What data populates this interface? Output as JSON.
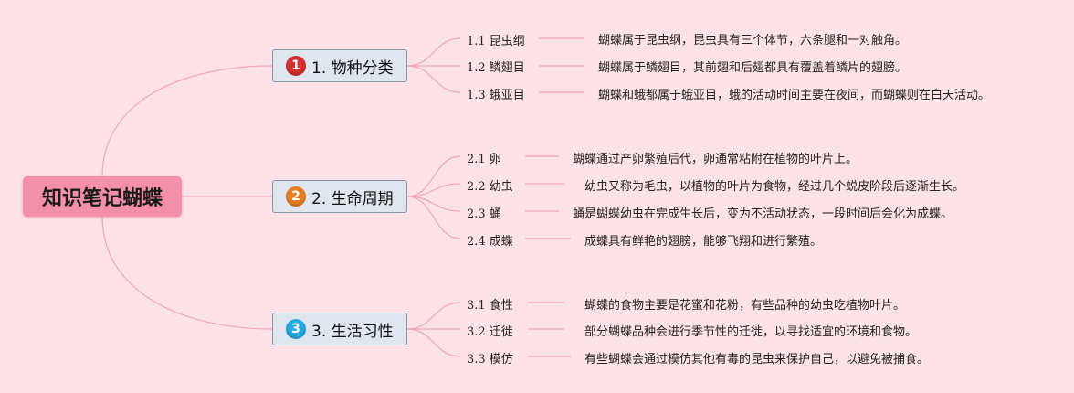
{
  "root": {
    "title": "知识笔记蝴蝶"
  },
  "colors": {
    "background": "#fde3e8",
    "root_fill": "#f48fa9",
    "line": "#f3a6b8",
    "badge1": "#d32f2f",
    "badge2": "#e67e22",
    "badge3": "#29a8e0"
  },
  "branches": [
    {
      "badge": "1",
      "label": "1. 物种分类",
      "leaves": [
        {
          "label": "1.1 昆虫纲",
          "text": "蝴蝶属于昆虫纲，昆虫具有三个体节，六条腿和一对触角。"
        },
        {
          "label": "1.2 鳞翅目",
          "text": "蝴蝶属于鳞翅目，其前翅和后翅都具有覆盖着鳞片的翅膀。"
        },
        {
          "label": "1.3 蛾亚目",
          "text": "蝴蝶和蛾都属于蛾亚目，蛾的活动时间主要在夜间，而蝴蝶则在白天活动。"
        }
      ]
    },
    {
      "badge": "2",
      "label": "2. 生命周期",
      "leaves": [
        {
          "label": "2.1 卵",
          "text": "蝴蝶通过产卵繁殖后代，卵通常粘附在植物的叶片上。"
        },
        {
          "label": "2.2 幼虫",
          "text": "幼虫又称为毛虫，以植物的叶片为食物，经过几个蜕皮阶段后逐渐生长。"
        },
        {
          "label": "2.3 蛹",
          "text": "蛹是蝴蝶幼虫在完成生长后，变为不活动状态，一段时间后会化为成蝶。"
        },
        {
          "label": "2.4 成蝶",
          "text": "成蝶具有鲜艳的翅膀，能够飞翔和进行繁殖。"
        }
      ]
    },
    {
      "badge": "3",
      "label": "3. 生活习性",
      "leaves": [
        {
          "label": "3.1 食性",
          "text": "蝴蝶的食物主要是花蜜和花粉，有些品种的幼虫吃植物叶片。"
        },
        {
          "label": "3.2 迁徙",
          "text": "部分蝴蝶品种会进行季节性的迁徙，以寻找适宜的环境和食物。"
        },
        {
          "label": "3.3 模仿",
          "text": "有些蝴蝶会通过模仿其他有毒的昆虫来保护自己，以避免被捕食。"
        }
      ]
    }
  ]
}
